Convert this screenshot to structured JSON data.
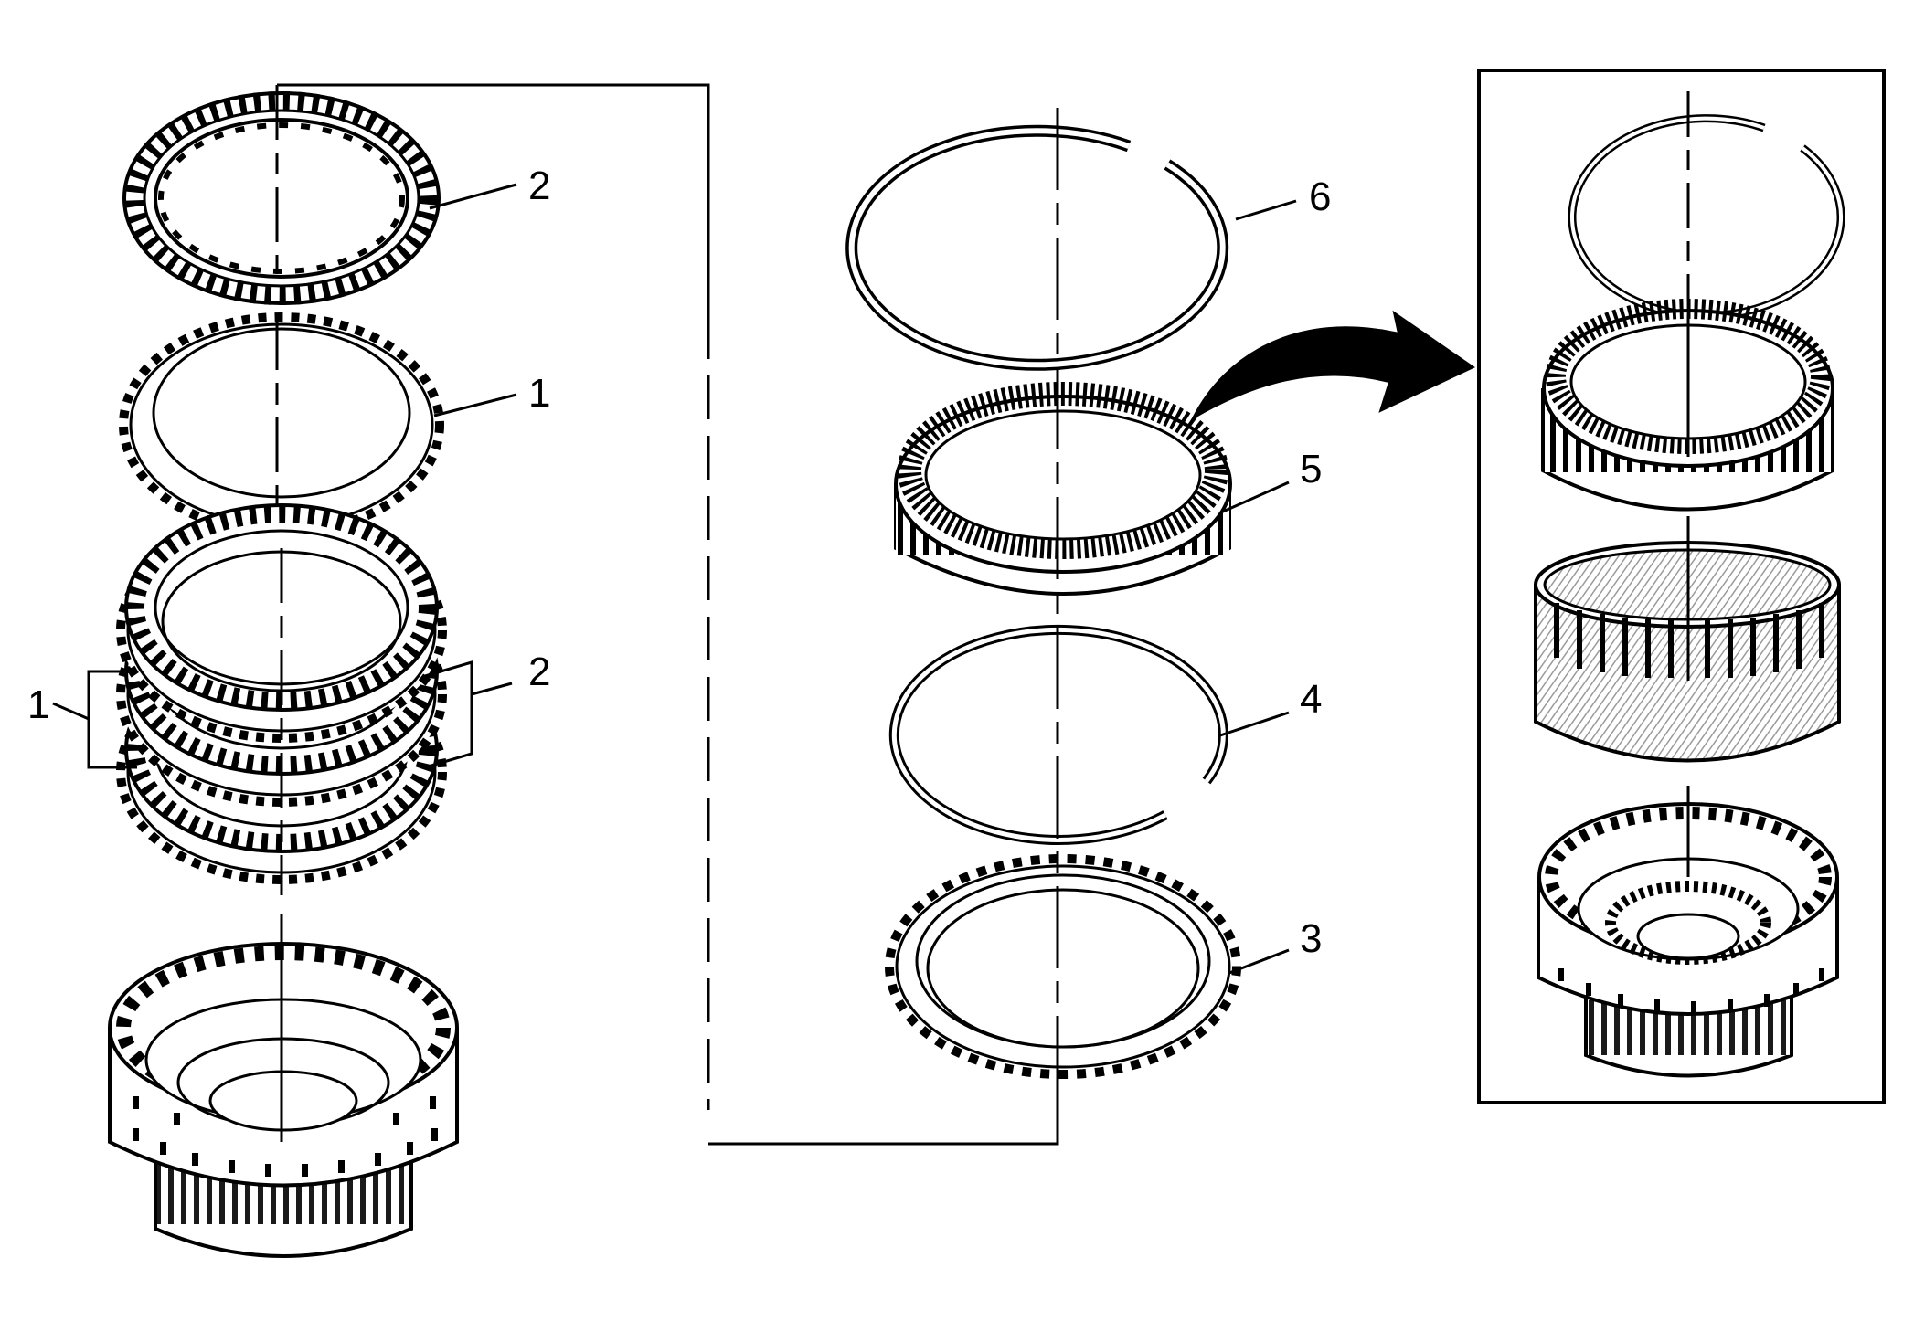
{
  "colors": {
    "ink": "#000000",
    "paper": "#ffffff",
    "hatch": "#8a8a8a"
  },
  "callouts": {
    "left_2_top": "2",
    "left_1_top": "1",
    "left_1_group": "1",
    "left_2_group": "2",
    "center_6": "6",
    "center_5": "5",
    "center_4": "4",
    "center_3": "3"
  },
  "icons": {
    "transfer_arrow": "curved-arrow-icon"
  }
}
